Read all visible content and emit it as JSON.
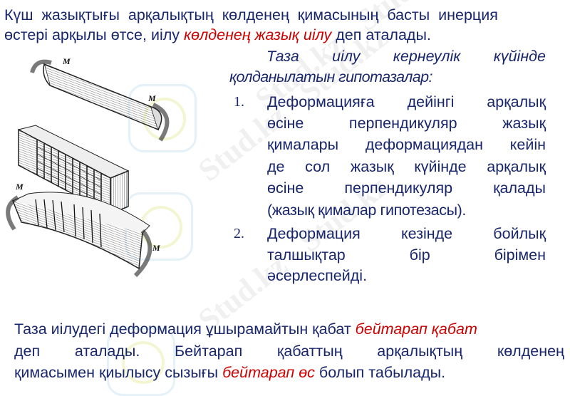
{
  "intro": {
    "line1": {
      "text": "Күш жазықтығы арқалықтың көлденең қимасының басты инерция"
    },
    "line2": {
      "before": "өстері арқылы өтсе, иілу ",
      "highlight": "көлденең жазық иілу",
      "after": " деп аталады."
    }
  },
  "hypotheses": {
    "title_line1": [
      "Таза",
      "иілу",
      "кернеулік",
      "күйінде"
    ],
    "title_line2": "қолданылатын гипотазалар:",
    "items": [
      {
        "number": "1.",
        "lines": [
          [
            "Деформацияға",
            "дейінгі",
            "арқалық"
          ],
          [
            "өсіне",
            "перпендикуляр",
            "жазық"
          ],
          [
            "қималары",
            "деформациядан",
            "кейін"
          ],
          [
            "де",
            "сол",
            "жазық",
            "күйінде",
            "арқалық"
          ],
          [
            "өсіне",
            "перпендикуляр",
            "қалады"
          ],
          [
            "(жазық қималар гипотезасы)."
          ]
        ]
      },
      {
        "number": "2.",
        "lines": [
          [
            "Деформация",
            "кезінде",
            "бойлық"
          ],
          [
            "талшықтар",
            "бір",
            "бірімен"
          ],
          [
            "әсерлеспейді."
          ]
        ]
      }
    ]
  },
  "figure": {
    "label_moment": "M",
    "caption": "beam bending diagram"
  },
  "conclusion": {
    "line1": {
      "before": "Таза иілудегі деформация ұшырамайтын қабат ",
      "highlight": "бейтарап қабат"
    },
    "line2": [
      "деп",
      "аталады.",
      "Бейтарап",
      "қабаттың",
      "арқалықтың",
      "көлденең"
    ],
    "line3": {
      "before": "қимасымен қиылысу сызығы ",
      "highlight": "бейтарап өс",
      "after": " болып табылады."
    }
  },
  "watermark": {
    "text": "Stud.kz - Stud.kz"
  },
  "colors": {
    "text": "#18266b",
    "accent": "#cc0000",
    "background": "#ffffff"
  }
}
